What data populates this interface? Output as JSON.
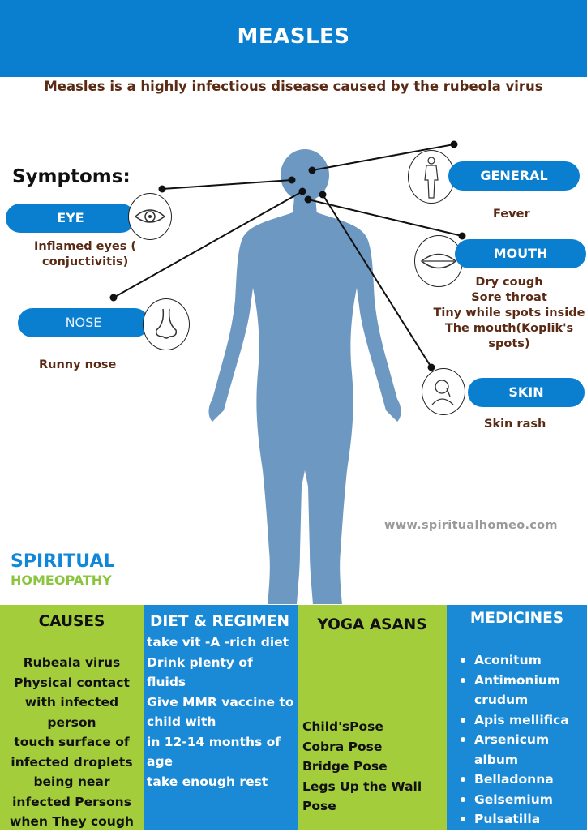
{
  "header": {
    "title": "MEASLES"
  },
  "subtitle": "Measles is a highly infectious disease caused by the rubeola virus",
  "symptoms_heading": "Symptoms:",
  "symptoms": {
    "eye": {
      "label": "EYE",
      "desc": [
        "Inflamed eyes (",
        "conjuctivitis)"
      ]
    },
    "nose": {
      "label": "NOSE",
      "desc": [
        "Runny nose"
      ]
    },
    "general": {
      "label": "GENERAL",
      "desc": [
        "Fever"
      ]
    },
    "mouth": {
      "label": "MOUTH",
      "desc": [
        "Dry cough",
        "Sore throat",
        "Tiny while spots inside",
        "The mouth(Koplik's spots)"
      ]
    },
    "skin": {
      "label": "SKIN",
      "desc": [
        "Skin rash"
      ]
    }
  },
  "website": "www.spiritualhomeo.com",
  "brand": {
    "line1": "SPIRITUAL",
    "line2": "HOMEOPATHY"
  },
  "columns": {
    "causes": {
      "heading": "CAUSES",
      "lines": [
        "Rubeala virus",
        "Physical contact",
        "with infected",
        "person",
        "touch surface of",
        "infected droplets",
        "being near",
        "infected Persons",
        "when They cough"
      ]
    },
    "diet": {
      "heading": "DIET & REGIMEN",
      "lines": [
        "take vit -A -rich diet",
        "Drink  plenty of",
        "fluids",
        "Give MMR vaccine to",
        "child with",
        "in 12-14 months of",
        "age",
        "take enough rest"
      ]
    },
    "yoga": {
      "heading": "YOGA ASANS",
      "lines": [
        "Child'sPose",
        "Cobra Pose",
        "Bridge Pose",
        "Legs Up the Wall",
        "Pose"
      ]
    },
    "medicines": {
      "heading": "MEDICINES",
      "items": [
        "Aconitum",
        "Antimonium",
        "crudum",
        "Apis mellifica",
        "Arsenicum",
        "album",
        "Belladonna",
        "Gelsemium",
        "Pulsatilla"
      ]
    }
  },
  "colors": {
    "blue": "#0a7fd0",
    "green": "#a4cd3b",
    "body": "#6d98c1",
    "text_brown": "#5a2a14"
  }
}
